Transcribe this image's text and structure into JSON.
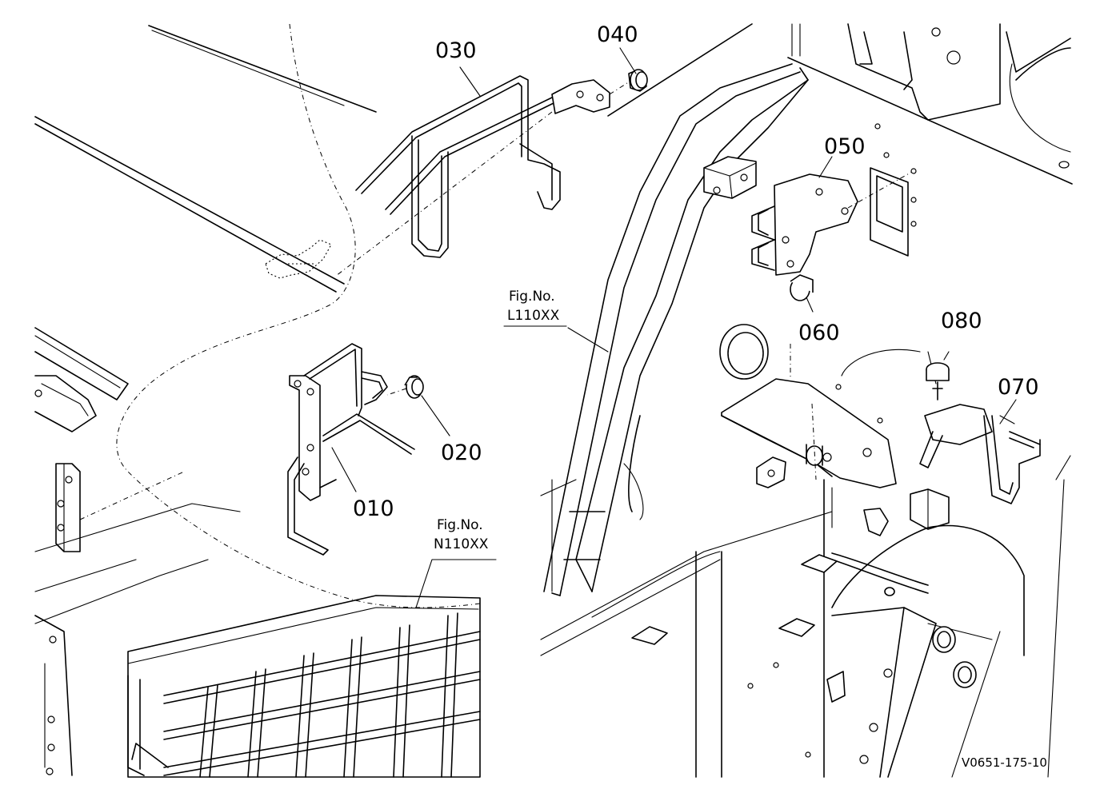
{
  "diagram": {
    "part_labels": {
      "p010": "010",
      "p020": "020",
      "p030": "030",
      "p040": "040",
      "p050": "050",
      "p060": "060",
      "p070": "070",
      "p080": "080"
    },
    "figure_refs": {
      "left": {
        "title": "Fig.No.",
        "number": "N110XX"
      },
      "right": {
        "title": "Fig.No.",
        "number": "L110XX"
      }
    },
    "drawing_code": "V0651-175-10"
  }
}
